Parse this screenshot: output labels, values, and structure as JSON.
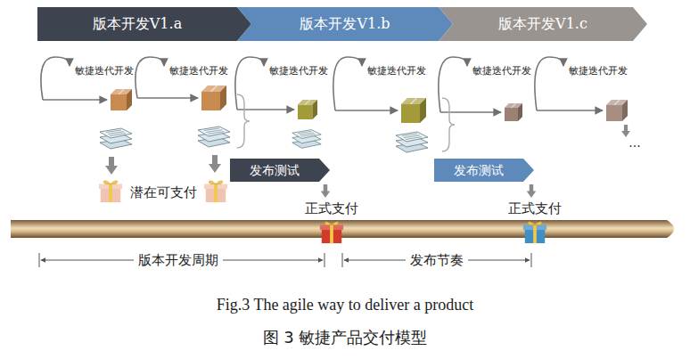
{
  "diagram": {
    "caption": "Fig.3 The agile way to deliver a product",
    "nodes": [
      {
        "text": [
          "版本开发V1.a"
        ]
      },
      {
        "text": [
          "版本开发V1.b"
        ]
      },
      {
        "text": [
          "版本开发V1.c"
        ]
      },
      {
        "text": [
          "发布测试"
        ]
      },
      {
        "text": [
          "发布测试"
        ]
      }
    ],
    "labels": [
      "敏捷迭代开发",
      "敏捷迭代开发",
      "敏捷迭代开发",
      "敏捷迭代开发",
      "敏捷迭代开发",
      "敏捷迭代开发",
      "...",
      "潜在可支付",
      "正式支付",
      "正式支付",
      "版本开发周期",
      "发布节奏",
      "图 3 敏捷产品交付模型"
    ]
  }
}
